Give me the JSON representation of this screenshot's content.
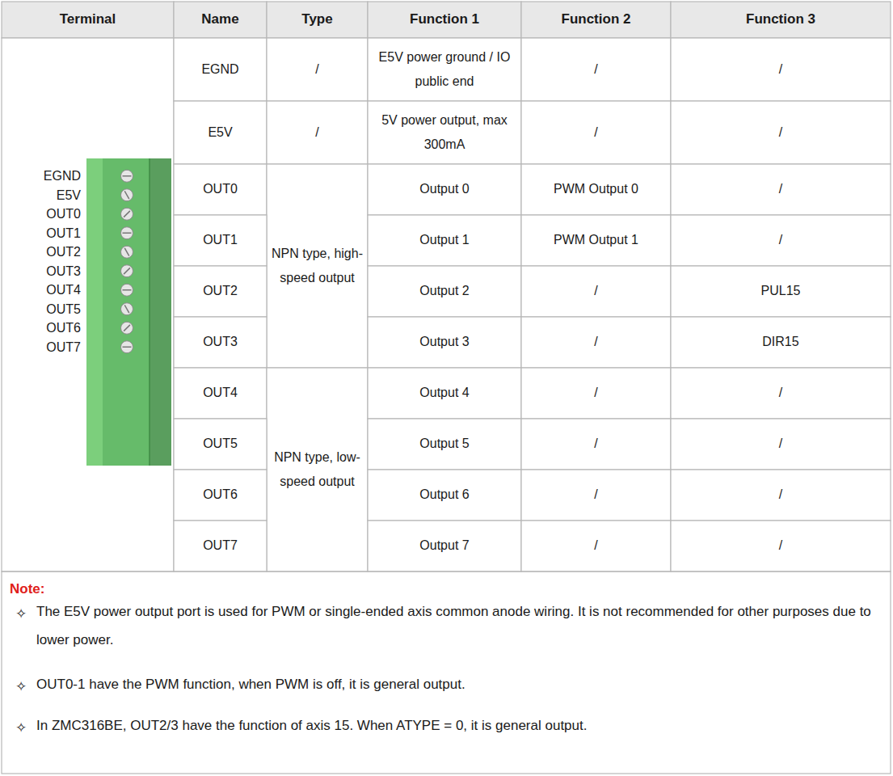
{
  "diagram": {
    "labels": [
      "Terminal",
      "Name",
      "Type",
      "Function 1",
      "Function 2",
      "Function 3",
      "EGND",
      "E5V",
      "OUT0",
      "OUT1",
      "OUT2",
      "OUT3",
      "OUT4",
      "OUT5",
      "OUT6",
      "OUT7",
      "EGND",
      "/",
      "E5V power ground / IO public end",
      "/",
      "/",
      "E5V",
      "/",
      "5V power output, max 300mA",
      "/",
      "/",
      "OUT0",
      "NPN type, high-speed output",
      "Output 0",
      "PWM Output 0",
      "/",
      "OUT1",
      "Output 1",
      "PWM Output 1",
      "/",
      "OUT2",
      "Output 2",
      "/",
      "PUL15",
      "OUT3",
      "Output 3",
      "/",
      "DIR15",
      "OUT4",
      "NPN type, low-speed output",
      "Output 4",
      "/",
      "/",
      "OUT5",
      "Output 5",
      "/",
      "/",
      "OUT6",
      "Output 6",
      "/",
      "/",
      "OUT7",
      "Output 7",
      "/",
      "/",
      "Note:",
      "✧",
      "The E5V power output port is used for PWM or single-ended axis common anode wiring. It is not recommended for other purposes due to lower power.",
      "✧",
      "OUT0-1 have the PWM function, when PWM is off, it is general output.",
      "✧",
      "In ZMC316BE, OUT2/3 have the function of axis 15. When ATYPE = 0, it is general output."
    ]
  }
}
